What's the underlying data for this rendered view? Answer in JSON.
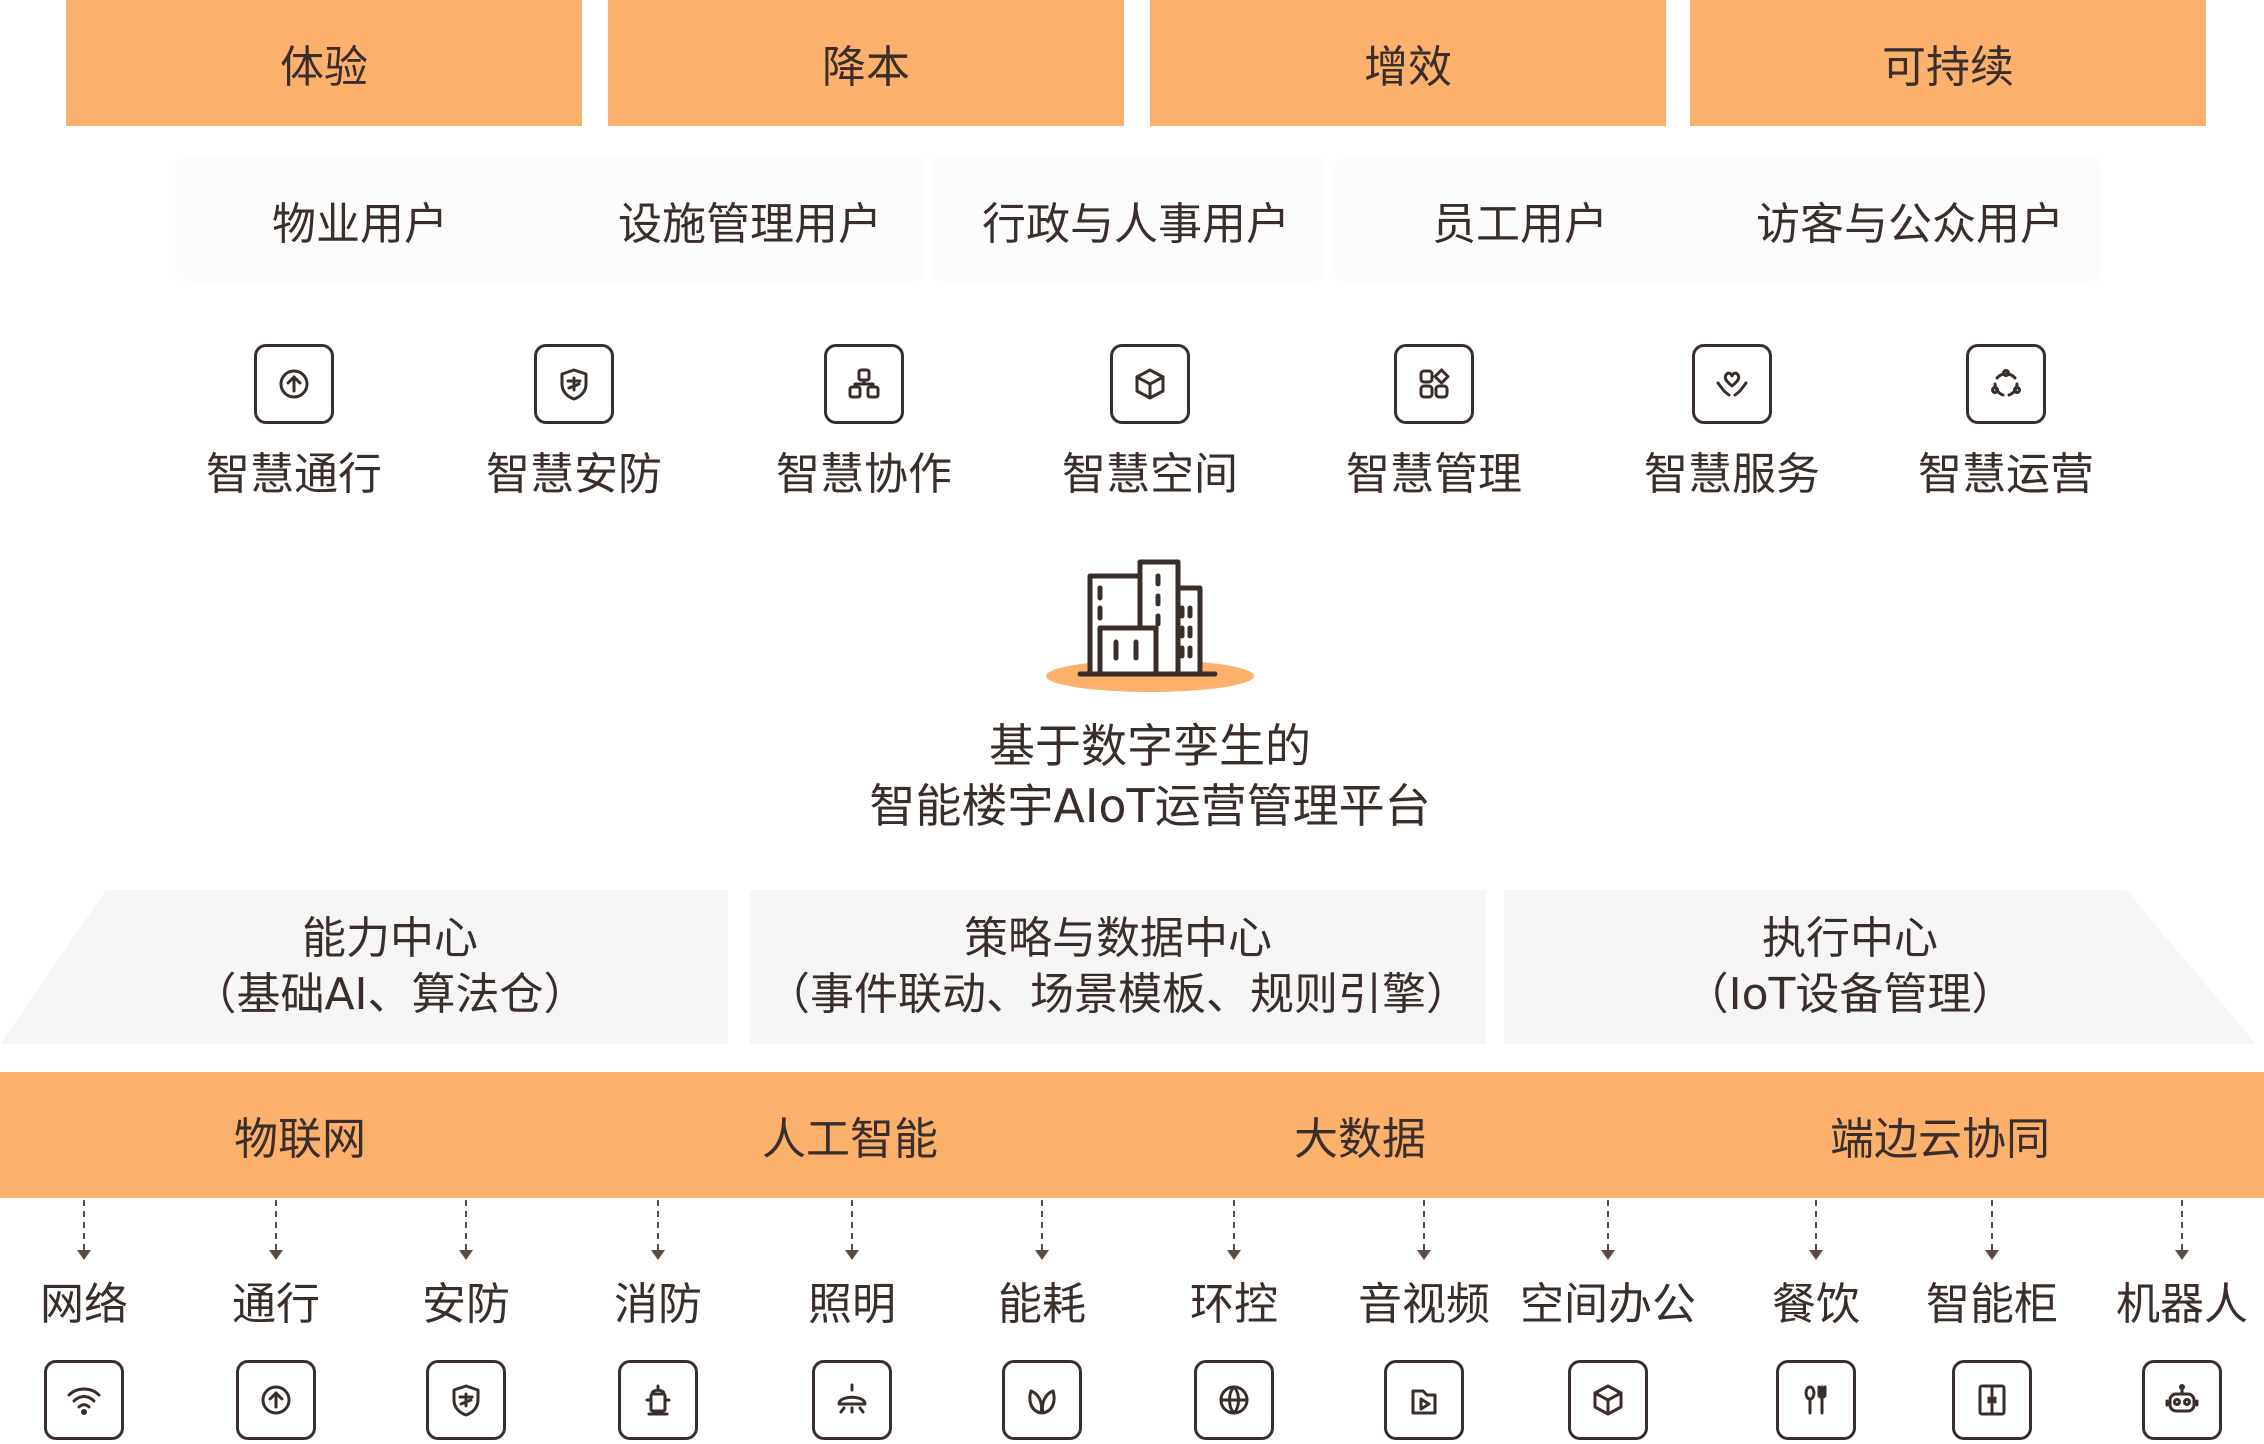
{
  "values": [
    "体验",
    "降本",
    "增效",
    "可持续"
  ],
  "users": [
    "物业用户",
    "设施管理用户",
    "行政与人事用户",
    "员工用户",
    "访客与公众用户"
  ],
  "services": [
    {
      "label": "智慧通行",
      "icon": "arrow-up-circle-icon"
    },
    {
      "label": "智慧安防",
      "icon": "shield-icon"
    },
    {
      "label": "智慧协作",
      "icon": "collaboration-icon"
    },
    {
      "label": "智慧空间",
      "icon": "cube-icon"
    },
    {
      "label": "智慧管理",
      "icon": "grid-icon"
    },
    {
      "label": "智慧服务",
      "icon": "heart-hands-icon"
    },
    {
      "label": "智慧运营",
      "icon": "cycle-icon"
    }
  ],
  "platform": {
    "line1": "基于数字孪生的",
    "line2": "智能楼宇AIoT运营管理平台",
    "accent_color": "#fbb06c"
  },
  "centers": [
    {
      "title": "能力中心",
      "subtitle": "（基础AI、算法仓）"
    },
    {
      "title": "策略与数据中心",
      "subtitle": "（事件联动、场景模板、规则引擎）"
    },
    {
      "title": "执行中心",
      "subtitle": "（IoT设备管理）"
    }
  ],
  "tech": [
    "物联网",
    "人工智能",
    "大数据",
    "端边云协同"
  ],
  "devices": [
    {
      "label": "网络",
      "icon": "wifi-icon"
    },
    {
      "label": "通行",
      "icon": "arrow-up-circle-icon"
    },
    {
      "label": "安防",
      "icon": "shield-icon"
    },
    {
      "label": "消防",
      "icon": "hydrant-icon"
    },
    {
      "label": "照明",
      "icon": "lamp-icon"
    },
    {
      "label": "能耗",
      "icon": "leaf-icon"
    },
    {
      "label": "环控",
      "icon": "globe-icon"
    },
    {
      "label": "音视频",
      "icon": "play-icon"
    },
    {
      "label": "空间办公",
      "icon": "cube-icon"
    },
    {
      "label": "餐饮",
      "icon": "cutlery-icon"
    },
    {
      "label": "智能柜",
      "icon": "cabinet-icon"
    },
    {
      "label": "机器人",
      "icon": "robot-icon"
    }
  ],
  "colors": {
    "orange": "#fbb06c",
    "text": "#3a2e2a",
    "panel": "#f6f6f6"
  }
}
